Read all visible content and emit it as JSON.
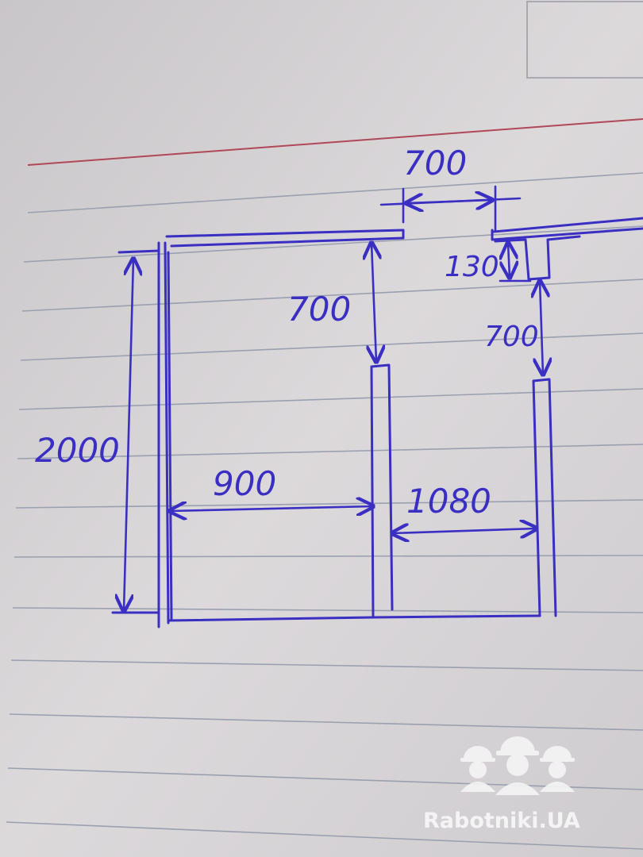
{
  "dimensions": {
    "top_gap": "700",
    "soffit_depth": "130",
    "left_drop": "700",
    "right_drop": "700",
    "total_height": "2000",
    "left_opening": "900",
    "right_opening": "1080"
  },
  "watermark": {
    "text": "Rabotniki.UA"
  },
  "colors": {
    "ink": "#3a2fc2",
    "paper": "#d9d6d8",
    "ruled_line": "#9aa0b0",
    "margin_line": "#b0485a",
    "watermark": "#f4f4f4"
  }
}
